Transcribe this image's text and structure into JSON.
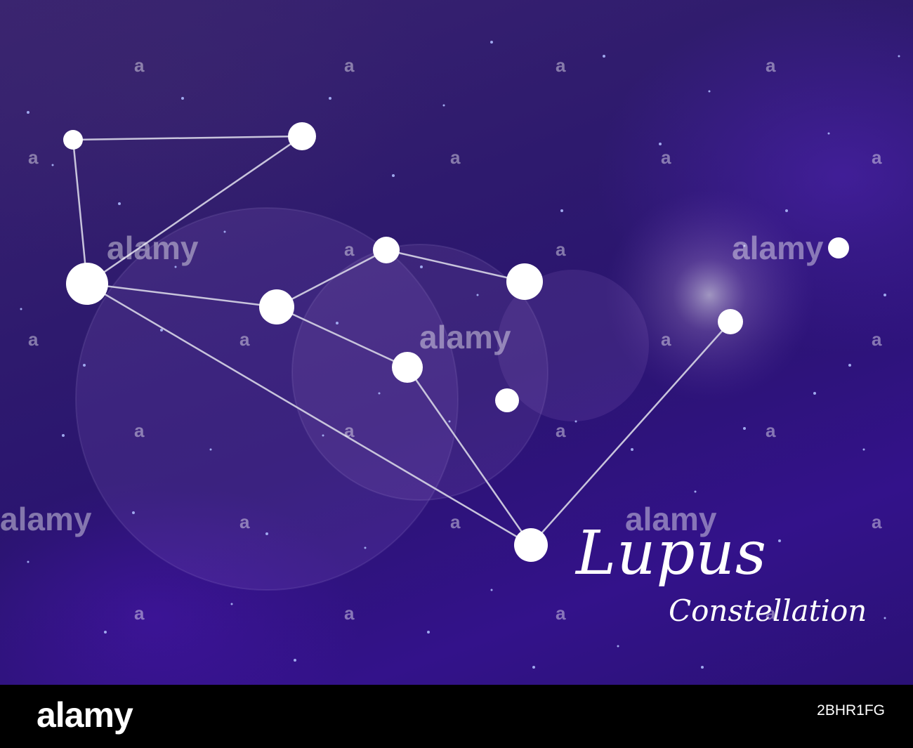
{
  "title": {
    "main": "Lupus",
    "sub": "Constellation"
  },
  "watermark": {
    "text": "alamy",
    "mark": "a"
  },
  "footer": {
    "logo": "alamy",
    "image_id": "2BHR1FG"
  },
  "colors": {
    "sky_dark": "#2a1470",
    "sky_violet": "#33128a",
    "star": "#ffffff",
    "line": "#c8c4dc",
    "footer": "#000000"
  }
}
